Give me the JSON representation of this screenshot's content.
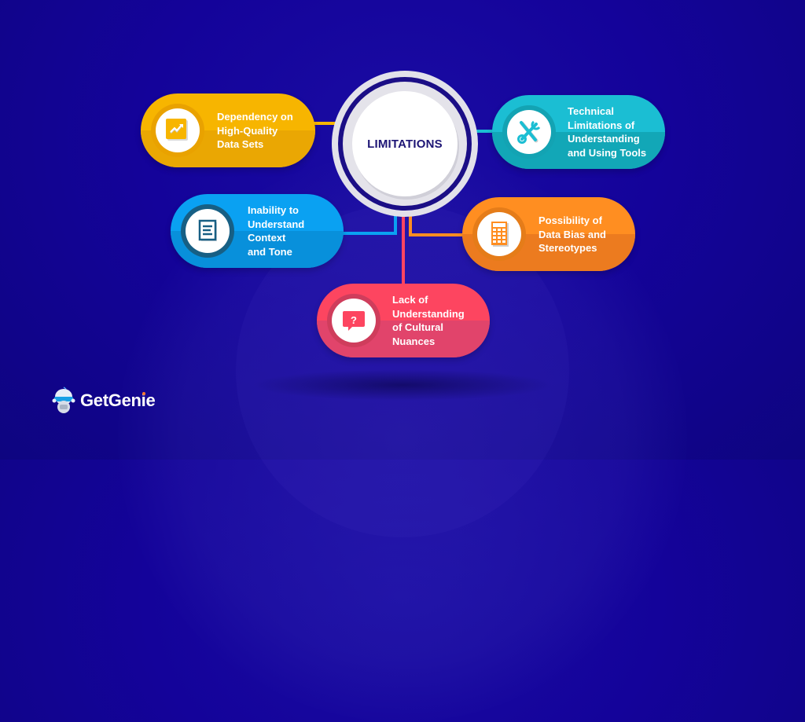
{
  "center": {
    "title": "LIMITATIONS"
  },
  "nodes": [
    {
      "id": "data-quality",
      "label": "Dependency on\nHigh-Quality\nData Sets",
      "icon": "trend-chart-icon",
      "color": "#f7b500",
      "color_dark": "#eaa703",
      "ring": "#e9a200"
    },
    {
      "id": "technical",
      "label": "Technical\nLimitations of\nUnderstanding\nand Using Tools",
      "icon": "tools-icon",
      "color": "#1bbed3",
      "color_dark": "#12a7b7",
      "ring": "#13a3b3"
    },
    {
      "id": "context",
      "label": "Inability to\nUnderstand\nContext\nand Tone",
      "icon": "document-icon",
      "color": "#0aa1f2",
      "color_dark": "#0890db",
      "ring": "#175f84"
    },
    {
      "id": "bias",
      "label": "Possibility of\nData Bias and\nStereotypes",
      "icon": "calculator-icon",
      "color": "#ff8e21",
      "color_dark": "#ec7b1f",
      "ring": "#e57c19"
    },
    {
      "id": "cultural",
      "label": "Lack of\nUnderstanding\nof Cultural\nNuances",
      "icon": "question-bubble-icon",
      "color": "#fd4560",
      "color_dark": "#e1446b",
      "ring": "#cf3d5c"
    }
  ],
  "brand": {
    "name": "GetGenie",
    "accent": "#ff7a2f"
  },
  "colors": {
    "background": "#14039a",
    "center_text": "#1d1575"
  }
}
